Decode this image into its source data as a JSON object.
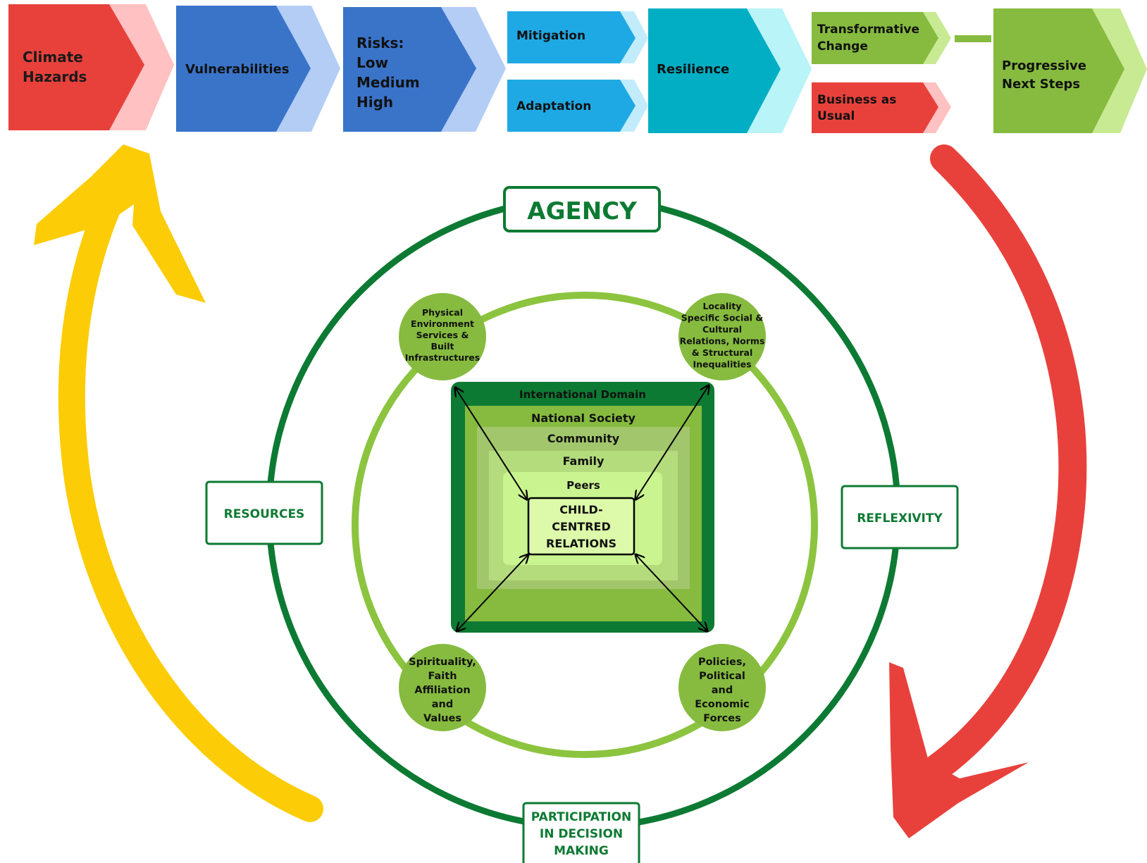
{
  "colors": {
    "red": "#e8413c",
    "red_light": "#ffc1c1",
    "blue": "#3a74c9",
    "blue_light": "#b3cdf5",
    "sky": "#1fa9e4",
    "sky_light": "#c2ecfb",
    "teal": "#02aec4",
    "teal_light": "#b8f4f8",
    "green": "#86bb3f",
    "green_light": "#c7ea93",
    "dark_green": "#0d7a33",
    "mid_green": "#8cc43f",
    "yellow": "#fccc06",
    "arrow_red": "#e8413c"
  },
  "process": {
    "climate_hazards": "Climate\nHazards",
    "vulnerabilities": "Vulnerabilities",
    "risks": "Risks:\nLow\nMedium\nHigh",
    "mitigation": "Mitigation",
    "adaptation": "Adaptation",
    "resilience": "Resilience",
    "transformative_change": "Transformative\nChange",
    "business_as_usual": "Business as\nUsual",
    "progressive_next_steps": "Progressive\nNext Steps"
  },
  "outer_ring": {
    "agency": "AGENCY",
    "resources": "RESOURCES",
    "reflexivity": "REFLEXIVITY",
    "participation": "PARTICIPATION\nIN DECISION\nMAKING"
  },
  "circles": {
    "top_left": "Physical\nEnvironment\nServices &\nBuilt\nInfrastructures",
    "top_right": "Locality\nSpecific Social &\nCultural\nRelations, Norms\n& Structural\nInequalities",
    "bottom_left": "Spirituality,\nFaith\nAffiliation\nand\nValues",
    "bottom_right": "Policies,\nPolitical\nand\nEconomic\nForces"
  },
  "layers": {
    "international": "International Domain",
    "national": "National Society",
    "community": "Community",
    "family": "Family",
    "peers": "Peers",
    "center": "CHILD-\nCENTRED\nRELATIONS"
  }
}
